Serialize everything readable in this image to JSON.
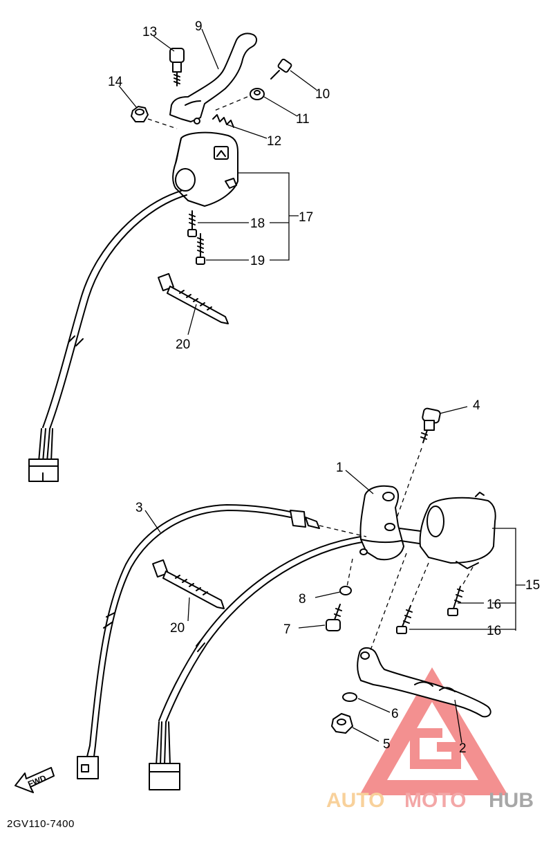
{
  "diagram": {
    "code": "2GV110-7400",
    "direction_label": "FWD",
    "callouts": {
      "p1": "1",
      "p2": "2",
      "p3": "3",
      "p4": "4",
      "p5": "5",
      "p6": "6",
      "p7": "7",
      "p8": "8",
      "p9": "9",
      "p10": "10",
      "p11": "11",
      "p12": "12",
      "p13": "13",
      "p14": "14",
      "p15": "15",
      "p16a": "16",
      "p16b": "16",
      "p17": "17",
      "p18": "18",
      "p19": "19",
      "p20a": "20",
      "p20b": "20"
    }
  },
  "watermark": {
    "part1": "AUTO",
    "part2": "MOTO",
    "part3": "HUB",
    "colors": {
      "auto": "#f6c27a",
      "moto": "#f08a8a",
      "hub": "#8a8a8a",
      "triangle": "#ef6b6b"
    }
  }
}
